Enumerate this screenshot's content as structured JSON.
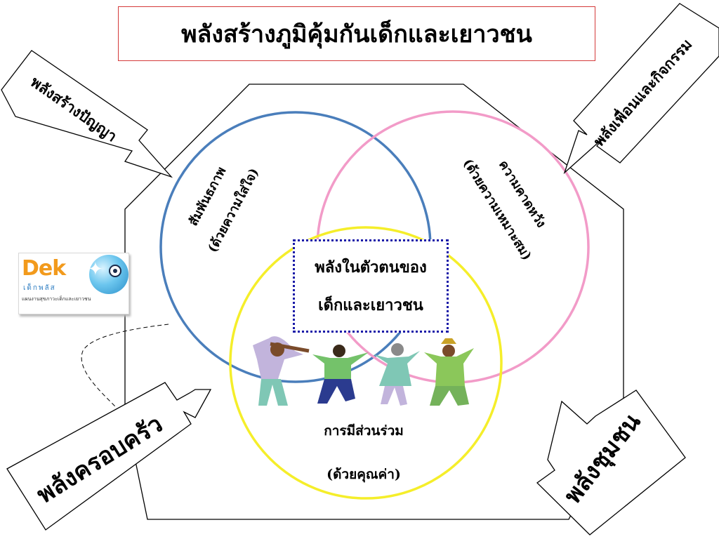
{
  "title": "พลังสร้างภูมิคุ้มกันเด็กและเยาวชน",
  "center": {
    "line1": "พลังในตัวตนของ",
    "line2": "เด็กและเยาวชน"
  },
  "circles": {
    "relationship": {
      "label": "สัมพันธภาพ",
      "sub": "(ด้วยความใส่ใจ)",
      "color": "#4a7ebb"
    },
    "expectation": {
      "label": "ความคาดหวัง",
      "sub": "(ด้วยความเหมาะสม)",
      "color": "#f29bc8"
    },
    "participation": {
      "label": "การมีส่วนร่วม",
      "sub": "(ด้วยคุณค่า)",
      "color": "#f5ee2a"
    }
  },
  "arrows": {
    "wisdom": "พลังสร้างปัญญา",
    "friends": "พลังเพื่อนและกิจกรรม",
    "family": "พลังครอบครัว",
    "community": "พลังชุมชน"
  },
  "logo": {
    "brand": "Dek",
    "sub": "เด็กพลัส",
    "caption": "แผนงานสุขภาวะเด็กและเยาวชน"
  },
  "colors": {
    "title_border": "#d43a3a",
    "center_border": "#1a1aa8",
    "octagon_stroke": "#000000"
  }
}
